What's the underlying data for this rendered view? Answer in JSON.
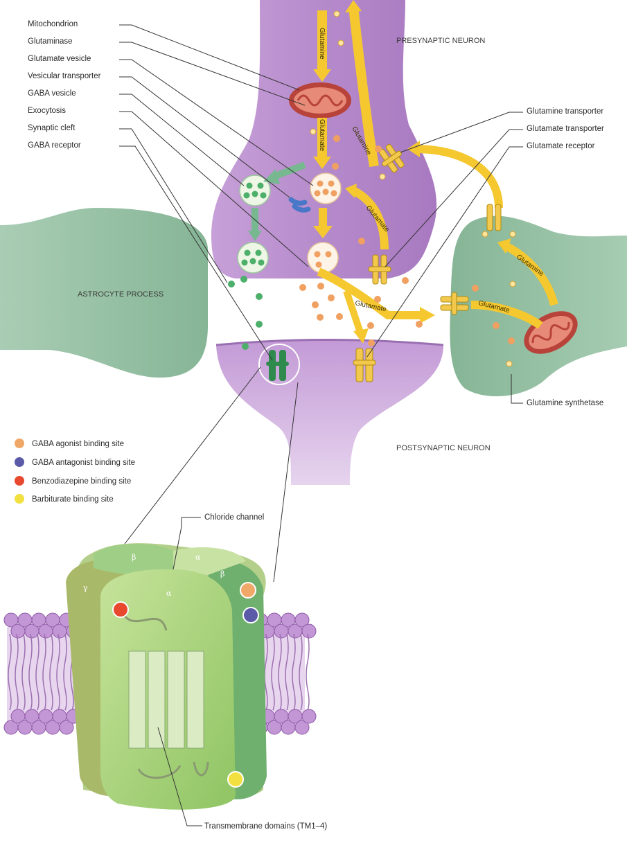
{
  "labels_left": [
    "Mitochondrion",
    "Glutaminase",
    "Glutamate vesicle",
    "Vesicular transporter",
    "GABA vesicle",
    "Exocytosis",
    "Synaptic cleft",
    "GABA receptor"
  ],
  "labels_right": [
    "Glutamine transporter",
    "Glutamate transporter",
    "Glutamate receptor"
  ],
  "regions": {
    "presynaptic": "PRESYNAPTIC NEURON",
    "astrocyte": "ASTROCYTE PROCESS",
    "postsynaptic": "POSTSYNAPTIC NEURON"
  },
  "glutamine_synthetase": "Glutamine synthetase",
  "arrow_labels": {
    "glutamine_down": "Glutamine",
    "glutamate_down": "Glutamate",
    "glutamine_up": "Glutamine",
    "glutamate_right": "Glutamate",
    "glutamate_cleft": "Glutamate",
    "glutamate_astro": "Glutamate",
    "glutamine_astro": "Glutamine"
  },
  "legend": [
    {
      "label": "GABA agonist binding site",
      "color": "#f0a868"
    },
    {
      "label": "GABA antagonist binding site",
      "color": "#5a5aa8"
    },
    {
      "label": "Benzodiazepine binding site",
      "color": "#e8492e"
    },
    {
      "label": "Barbiturate binding site",
      "color": "#f2e040"
    }
  ],
  "receptor": {
    "chloride_channel": "Chloride channel",
    "transmembrane": "Transmembrane domains (TM1–4)",
    "subunits": [
      "β",
      "α",
      "γ",
      "α",
      "β"
    ]
  },
  "colors": {
    "neuron": "#b88ccc",
    "astrocyte": "#9cc4a8",
    "glutamate_arrow": "#f5c830",
    "gaba_arrow": "#78b890",
    "vesicle_dot_orange": "#f0a060",
    "gaba_dot": "#4caf6a"
  }
}
